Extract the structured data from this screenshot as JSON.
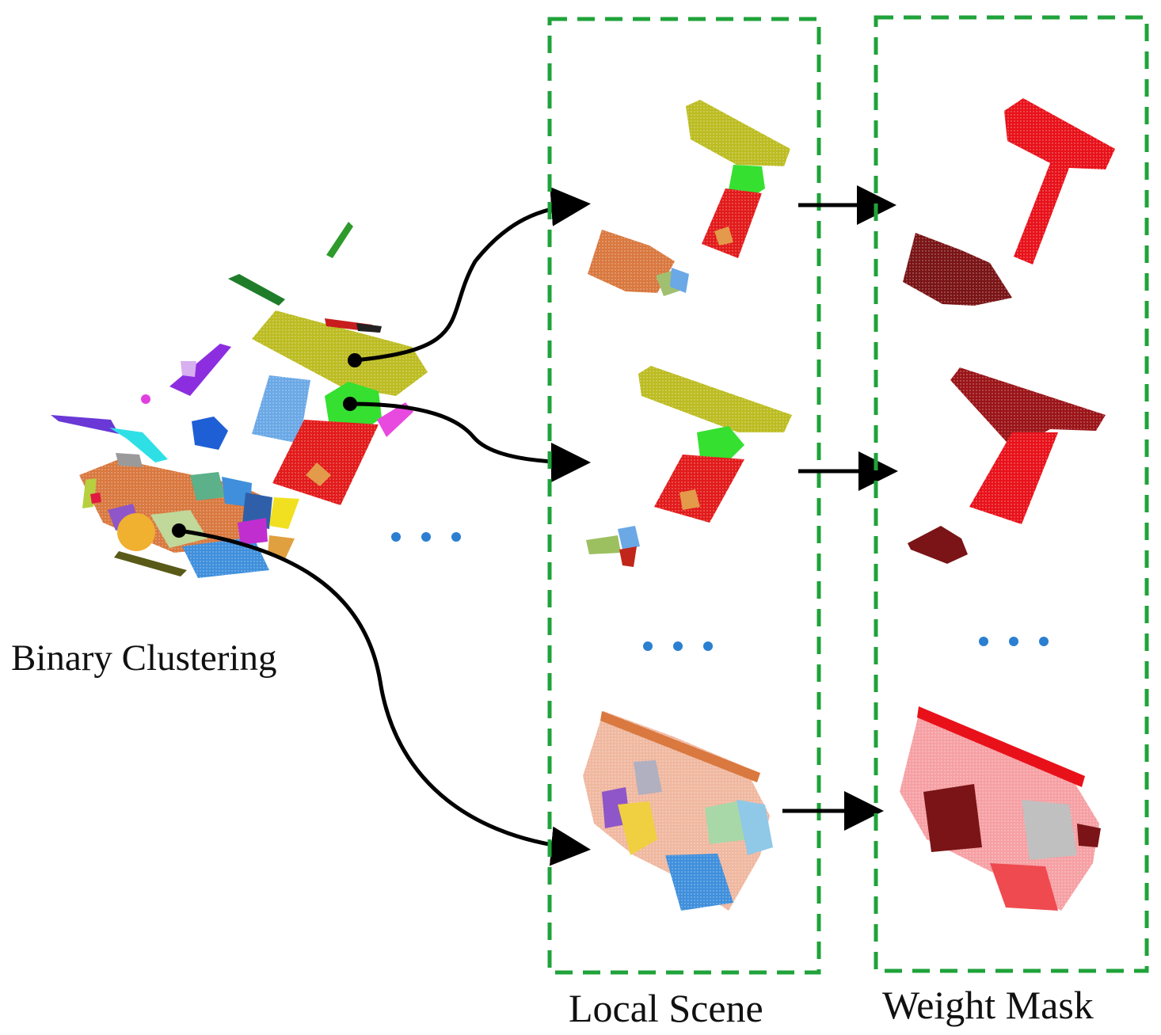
{
  "labels": {
    "binary_clustering": "Binary Clustering",
    "local_scene": "Local Scene",
    "weight_mask": "Weight Mask"
  },
  "colors": {
    "panel_border": "#1fa33a",
    "arrow": "#000000",
    "ellipsis_dots": "#2b7fd0",
    "mask_bright_red": "#e8111a",
    "mask_dark_red": "#7a1416",
    "cluster_yellow": "#bcbc22",
    "cluster_green": "#35e030",
    "cluster_red": "#e21a1a",
    "cluster_orange": "#d9783f",
    "cluster_blue": "#3f8fdc"
  },
  "icons": {
    "ellipsis": "three-dots-icon",
    "arrow": "arrow-right-icon"
  }
}
